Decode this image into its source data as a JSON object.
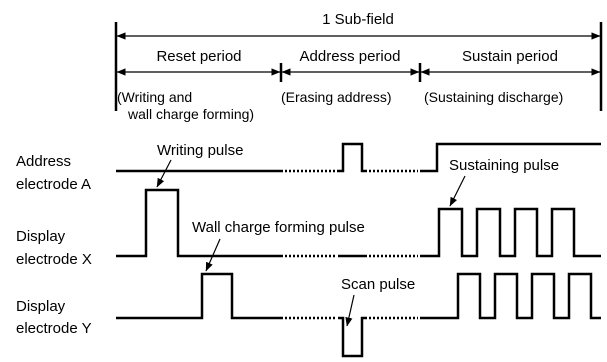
{
  "subfield": {
    "label": "1 Sub-field"
  },
  "periods": [
    {
      "label": "Reset period",
      "note_line1": "(Writing and",
      "note_line2": "wall charge forming)"
    },
    {
      "label": "Address period",
      "note_line1": "(Erasing address)"
    },
    {
      "label": "Sustain period",
      "note_line1": "(Sustaining discharge)"
    }
  ],
  "signals": [
    {
      "label_line1": "Address",
      "label_line2": "electrode A"
    },
    {
      "label_line1": "Display",
      "label_line2": "electrode X"
    },
    {
      "label_line1": "Display",
      "label_line2": "electrode Y"
    }
  ],
  "pulses": {
    "writing": "Writing pulse",
    "wall_charge": "Wall charge forming pulse",
    "sustaining": "Sustaining pulse",
    "scan": "Scan pulse"
  }
}
